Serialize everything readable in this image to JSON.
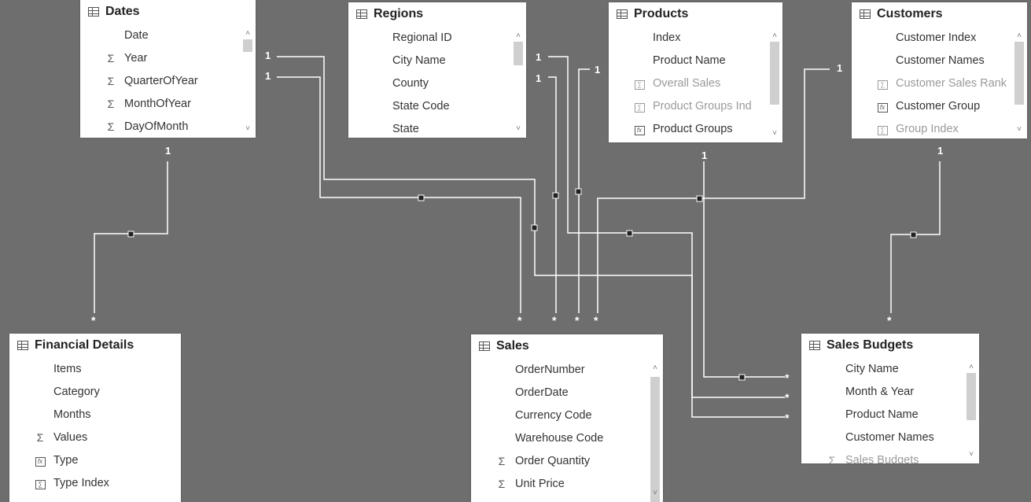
{
  "tables": {
    "dates": {
      "title": "Dates",
      "fields": [
        {
          "name": "Date",
          "icon": "none"
        },
        {
          "name": "Year",
          "icon": "sigma"
        },
        {
          "name": "QuarterOfYear",
          "icon": "sigma"
        },
        {
          "name": "MonthOfYear",
          "icon": "sigma"
        },
        {
          "name": "DayOfMonth",
          "icon": "sigma"
        }
      ]
    },
    "regions": {
      "title": "Regions",
      "fields": [
        {
          "name": "Regional ID",
          "icon": "none"
        },
        {
          "name": "City Name",
          "icon": "none"
        },
        {
          "name": "County",
          "icon": "none"
        },
        {
          "name": "State Code",
          "icon": "none"
        },
        {
          "name": "State",
          "icon": "none"
        }
      ]
    },
    "products": {
      "title": "Products",
      "fields": [
        {
          "name": "Index",
          "icon": "none"
        },
        {
          "name": "Product Name",
          "icon": "none"
        },
        {
          "name": "Overall Sales",
          "icon": "calc",
          "dim": true
        },
        {
          "name": "Product Groups Ind",
          "icon": "calc",
          "dim": true
        },
        {
          "name": "Product Groups",
          "icon": "fx"
        }
      ]
    },
    "customers": {
      "title": "Customers",
      "fields": [
        {
          "name": "Customer Index",
          "icon": "none"
        },
        {
          "name": "Customer Names",
          "icon": "none"
        },
        {
          "name": "Customer Sales Rank",
          "icon": "calc",
          "dim": true
        },
        {
          "name": "Customer Group",
          "icon": "fx"
        },
        {
          "name": "Group Index",
          "icon": "calc",
          "dim": true
        }
      ]
    },
    "financial_details": {
      "title": "Financial Details",
      "fields": [
        {
          "name": "Items",
          "icon": "none"
        },
        {
          "name": "Category",
          "icon": "none"
        },
        {
          "name": "Months",
          "icon": "none"
        },
        {
          "name": "Values",
          "icon": "sigma"
        },
        {
          "name": "Type",
          "icon": "fx"
        },
        {
          "name": "Type Index",
          "icon": "calc"
        }
      ]
    },
    "sales": {
      "title": "Sales",
      "fields": [
        {
          "name": "OrderNumber",
          "icon": "none"
        },
        {
          "name": "OrderDate",
          "icon": "none"
        },
        {
          "name": "Currency Code",
          "icon": "none"
        },
        {
          "name": "Warehouse Code",
          "icon": "none"
        },
        {
          "name": "Order Quantity",
          "icon": "sigma"
        },
        {
          "name": "Unit Price",
          "icon": "sigma"
        }
      ]
    },
    "sales_budgets": {
      "title": "Sales Budgets",
      "fields": [
        {
          "name": "City Name",
          "icon": "none"
        },
        {
          "name": "Month & Year",
          "icon": "none"
        },
        {
          "name": "Product Name",
          "icon": "none"
        },
        {
          "name": "Customer Names",
          "icon": "none"
        },
        {
          "name": "Sales Budgets",
          "icon": "sigma",
          "dim": true
        }
      ]
    }
  },
  "cardinality": {
    "one": "1",
    "many": "*"
  },
  "colors": {
    "canvas": "#6e6e6e",
    "card": "#ffffff",
    "line": "#ffffff"
  }
}
